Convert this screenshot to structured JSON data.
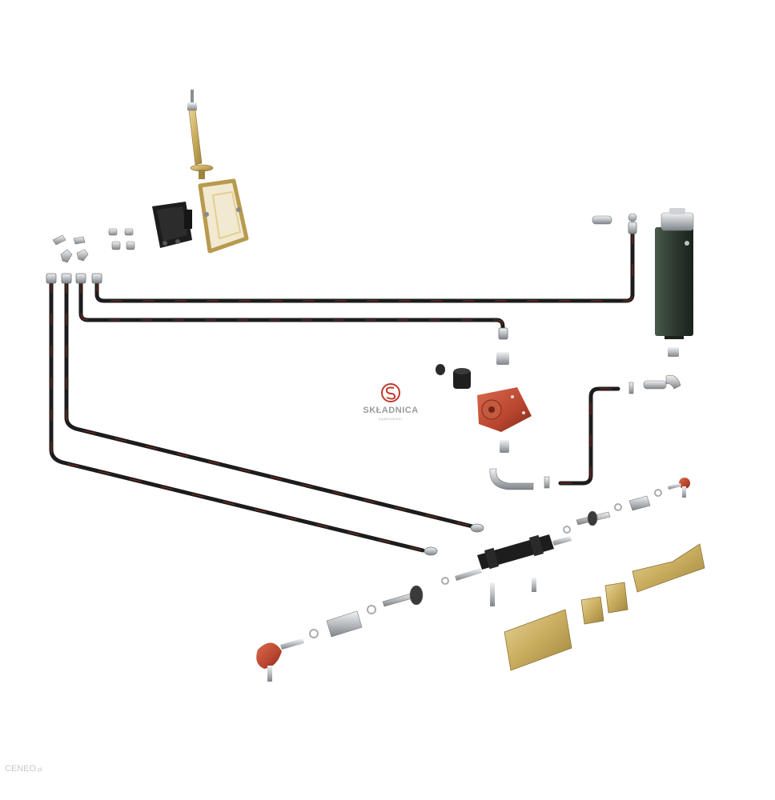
{
  "logo": {
    "text": "SKŁADNICA",
    "subtext": "DĄBROWSKI"
  },
  "watermark": {
    "text": "CENEO",
    "tld": ".pl"
  },
  "colors": {
    "hose": "#1c1c1c",
    "hose_print": "#8a2a1e",
    "brass": "#cdb26a",
    "pump_red": "#b8452e",
    "tank_green": "#2e3a30",
    "steel": "#bfc3c6",
    "logo_red": "#c0392b"
  }
}
